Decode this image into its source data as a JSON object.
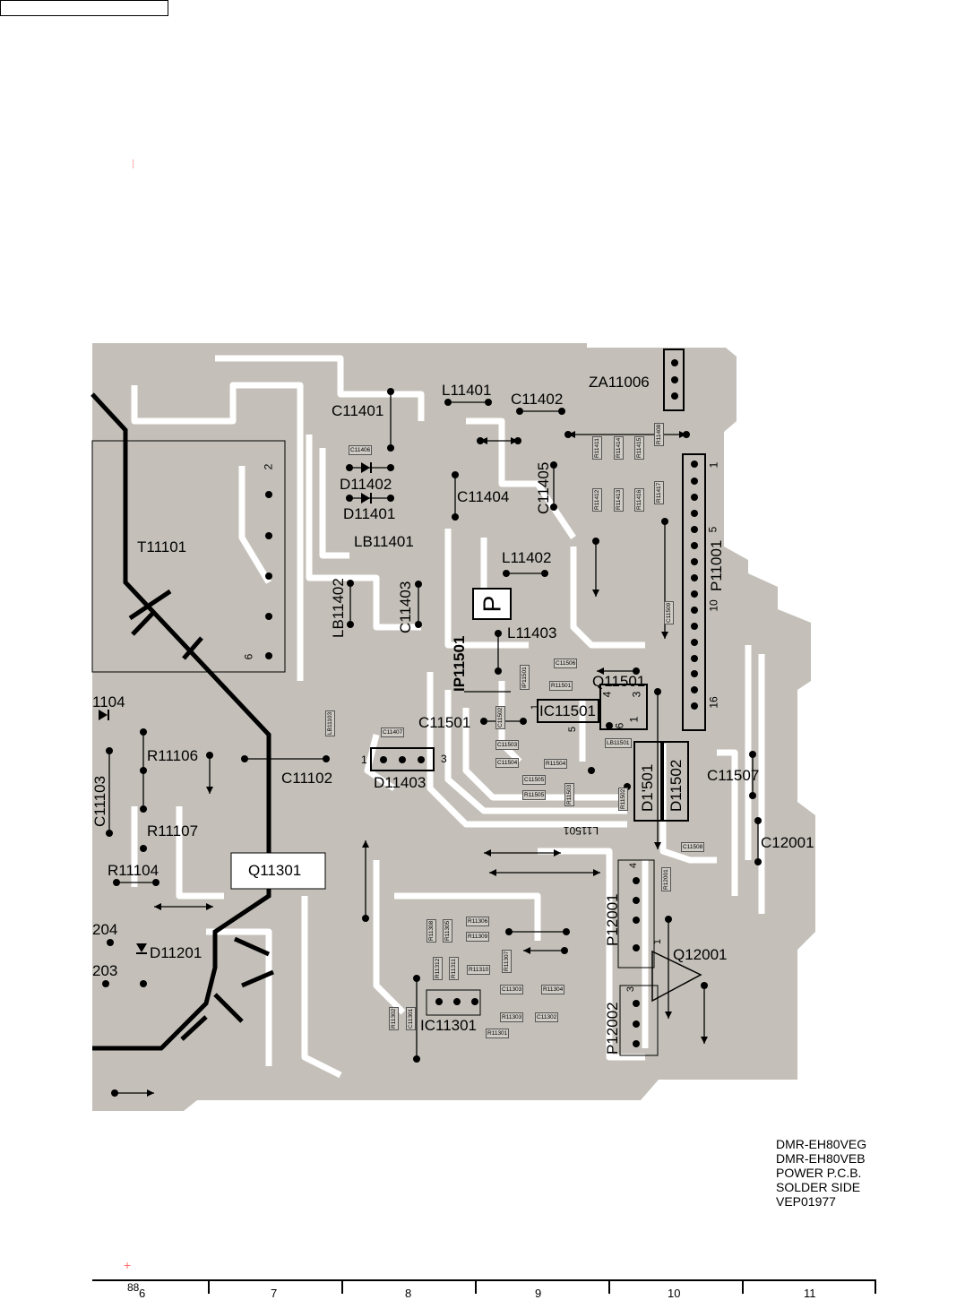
{
  "document": {
    "model_lines": [
      "DMR-EH80VEG",
      "DMR-EH80VEB",
      "POWER P.C.B.",
      "SOLDER SIDE",
      "VEP01977"
    ],
    "page_number": "88",
    "grid_columns": [
      "6",
      "7",
      "8",
      "9",
      "10",
      "11"
    ],
    "polarity_mark": "P"
  },
  "labels": {
    "c11401": "C11401",
    "l11401": "L11401",
    "c11402": "C11402",
    "za11006": "ZA11006",
    "d11402": "D11402",
    "d11401": "D11401",
    "c11404": "C11404",
    "c11405": "C11405",
    "t11101": "T11101",
    "lb11401": "LB11401",
    "l11402": "L11402",
    "lb11402": "LB11402",
    "c11403": "C11403",
    "l11403": "L11403",
    "p11001": "P11001",
    "ip11501": "IP11501",
    "q11501": "Q11501",
    "ic11501": "IC11501",
    "c11501": "C11501",
    "d11403": "D11403",
    "c11102": "C11102",
    "d11501": "D1'501",
    "d11502": "D11502",
    "c11507": "C11507",
    "c12001": "C12001",
    "r11106": "R11106",
    "r11107": "R11107",
    "r11104": "R11104",
    "q11301": "Q11301",
    "c11103": "C11103",
    "p12001": "P12001",
    "q12001": "Q12001",
    "p12002": "P12002",
    "ic11301": "IC11301",
    "d11201": "D11201",
    "x1104": "1104",
    "x204": "204",
    "x203": "203",
    "l11501": "L11501"
  },
  "pins": {
    "one": "1",
    "two": "2",
    "three": "3",
    "four": "4",
    "five": "5",
    "six": "6",
    "ten": "10",
    "sixteen": "16"
  },
  "small_labels": {
    "c11406": "C11406",
    "c11407": "C11407",
    "lb11103": "LB11103",
    "c11506": "C11506",
    "r11501": "R11501",
    "ip11501s": "IP11501",
    "c11502": "C11502",
    "c11503": "C11503",
    "c11504": "C11504",
    "c11505": "C11505",
    "r11505": "R11505",
    "r11504": "R11504",
    "r11503": "R11503",
    "r11502": "R11502",
    "lb11501": "LB11501",
    "c11508": "C11508",
    "c11509": "C11509",
    "r12001": "R12001",
    "r11308": "R11308",
    "r11305": "R11305",
    "r11306": "R11306",
    "r11309": "R11309",
    "r11307": "R11307",
    "r11312": "R11312",
    "r11311": "R11311",
    "r11310": "R11310",
    "c11303": "C11303",
    "r11304": "R11304",
    "r11303": "R11303",
    "c11302": "C11302",
    "r11301": "R11301",
    "r11302": "R11302",
    "c11301": "C11301",
    "r11411": "R11411",
    "r11414": "R11414",
    "r11415": "R11415",
    "r11408": "R11408",
    "r11412": "R11412",
    "r11413": "R11413",
    "r11416": "R11416",
    "r11417": "R11417"
  },
  "colors": {
    "copper": "#c4c0b9",
    "ink": "#000000",
    "marker": "#ff6f6f"
  }
}
